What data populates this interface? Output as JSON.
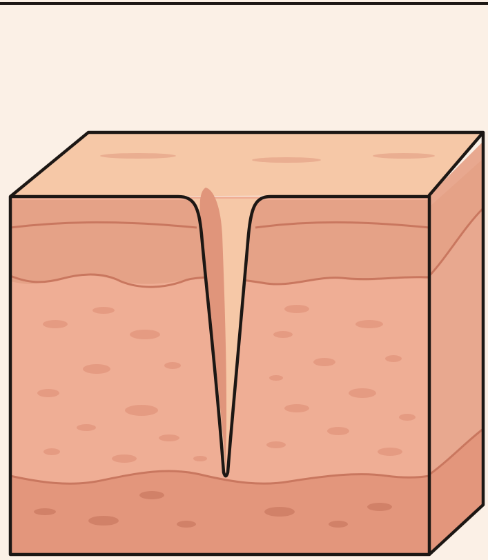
{
  "diagram": {
    "subject": "skin-cross-section-block-with-deep-wrinkle",
    "layers": [
      {
        "name": "epidermis"
      },
      {
        "name": "dermis"
      },
      {
        "name": "hypodermis"
      }
    ],
    "features": [
      {
        "name": "wrinkle-furrow"
      }
    ]
  },
  "colors": {
    "background": "#fbf0e6",
    "outline": "#1c1714",
    "top_surface": "#f6c8a7",
    "epidermis": "#e5a287",
    "epidermis_line": "#c9775f",
    "dermis": "#efae95",
    "dermis_spot": "#e1937a",
    "hypodermis": "#e3967c",
    "side_face": "#e8a88f",
    "furrow": "#e0957b"
  }
}
